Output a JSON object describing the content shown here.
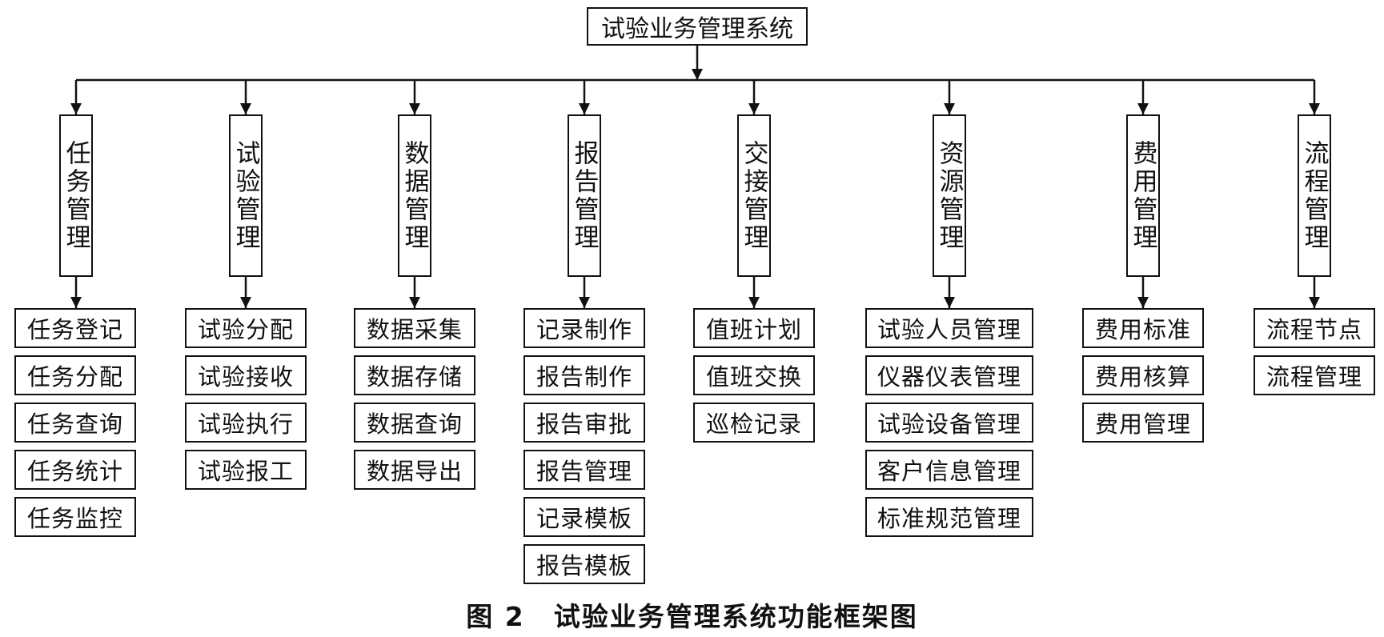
{
  "root": "试验业务管理系统",
  "modules": [
    {
      "name": "任务管理",
      "items": [
        "任务登记",
        "任务分配",
        "任务查询",
        "任务统计",
        "任务监控"
      ]
    },
    {
      "name": "试验管理",
      "items": [
        "试验分配",
        "试验接收",
        "试验执行",
        "试验报工"
      ]
    },
    {
      "name": "数据管理",
      "items": [
        "数据采集",
        "数据存储",
        "数据查询",
        "数据导出"
      ]
    },
    {
      "name": "报告管理",
      "items": [
        "记录制作",
        "报告制作",
        "报告审批",
        "报告管理",
        "记录模板",
        "报告模板"
      ]
    },
    {
      "name": "交接管理",
      "items": [
        "值班计划",
        "值班交换",
        "巡检记录"
      ]
    },
    {
      "name": "资源管理",
      "items": [
        "试验人员管理",
        "仪器仪表管理",
        "试验设备管理",
        "客户信息管理",
        "标准规范管理"
      ]
    },
    {
      "name": "费用管理",
      "items": [
        "费用标准",
        "费用核算",
        "费用管理"
      ]
    },
    {
      "name": "流程管理",
      "items": [
        "流程节点",
        "流程管理"
      ]
    }
  ],
  "caption": {
    "figure": "图 2",
    "title": "试验业务管理系统功能框架图"
  }
}
